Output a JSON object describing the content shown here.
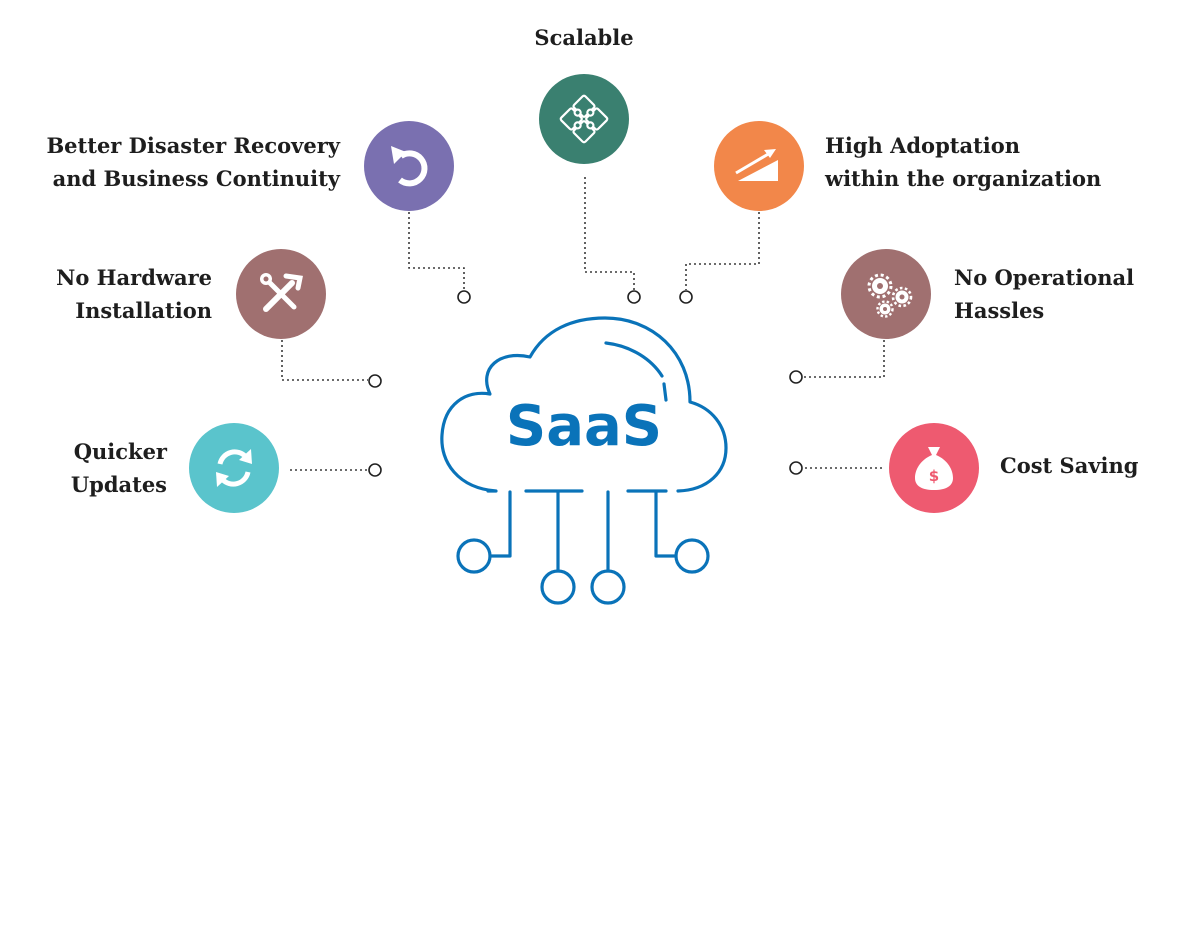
{
  "center_label": "SaaS",
  "colors": {
    "cloud": "#0a73b9",
    "connector": "#3a3a3a",
    "scalable": "#3a8070",
    "recovery": "#7a70b0",
    "adoption": "#f2874a",
    "hardware": "#a07070",
    "operational": "#a07070",
    "updates": "#5ac4cc",
    "cost": "#ee5a70"
  },
  "benefits": {
    "scalable": {
      "lines": [
        "Scalable"
      ],
      "icon": "puzzle-icon"
    },
    "recovery": {
      "lines": [
        "Better Disaster Recovery",
        "and Business Continuity"
      ],
      "icon": "undo-icon"
    },
    "adoption": {
      "lines": [
        "High Adoptation",
        "within the organization"
      ],
      "icon": "growth-chart-icon"
    },
    "hardware": {
      "lines": [
        "No Hardware",
        "Installation"
      ],
      "icon": "tools-icon"
    },
    "operational": {
      "lines": [
        "No Operational",
        "Hassles"
      ],
      "icon": "gears-icon"
    },
    "updates": {
      "lines": [
        "Quicker",
        "Updates"
      ],
      "icon": "refresh-icon"
    },
    "cost": {
      "lines": [
        "Cost Saving"
      ],
      "icon": "money-bag-icon"
    }
  }
}
